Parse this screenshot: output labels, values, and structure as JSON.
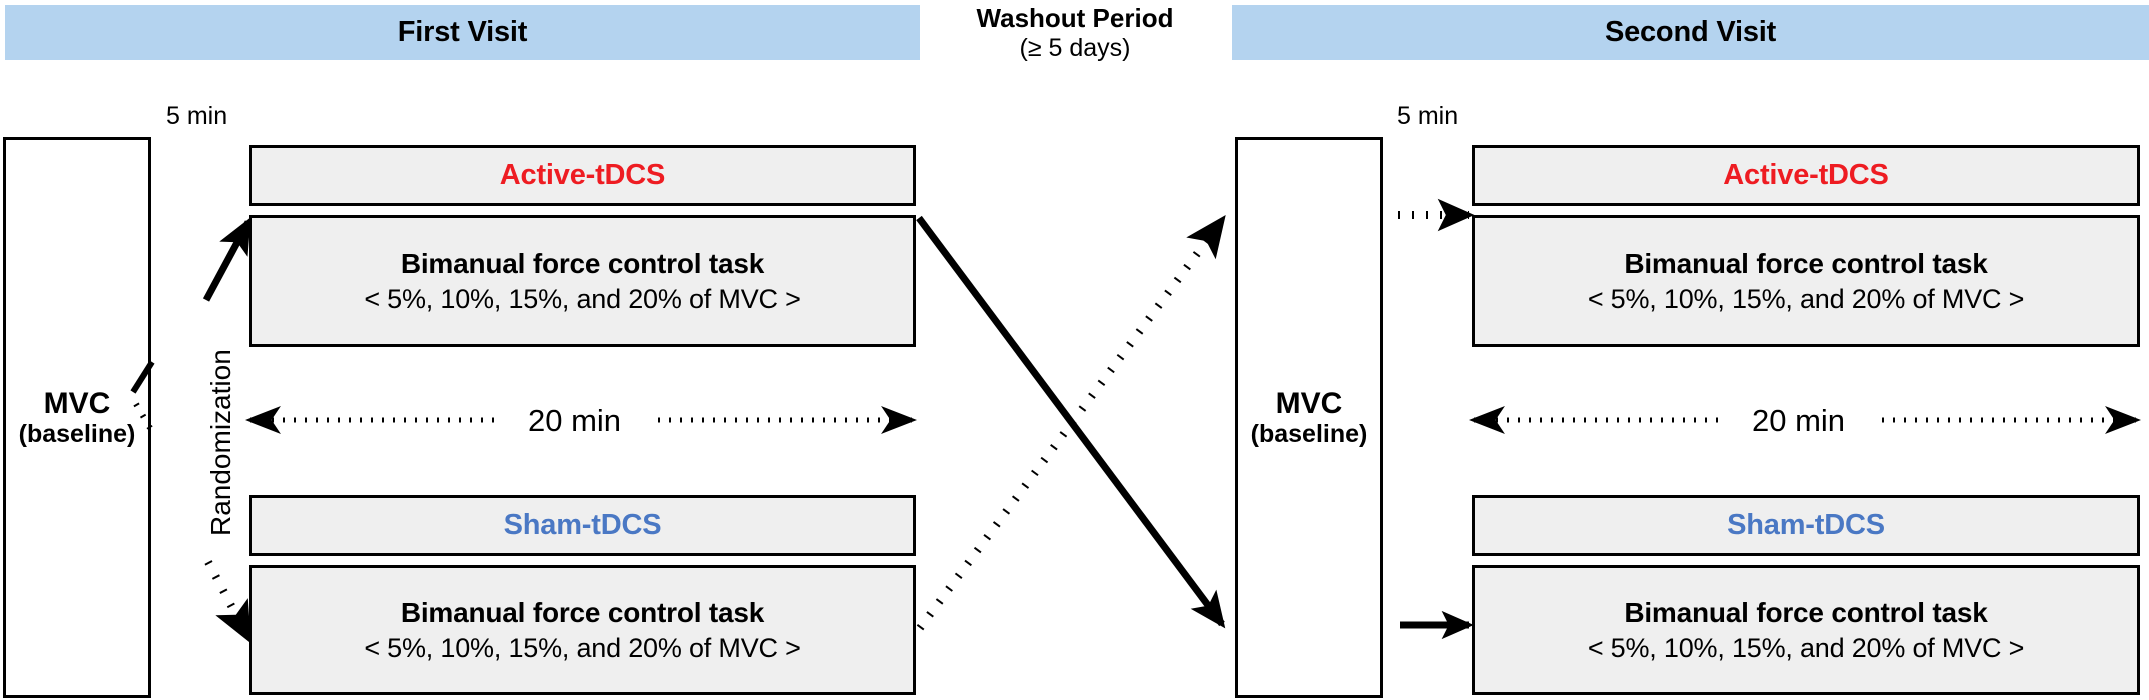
{
  "figure": {
    "type": "experimental-design-flow-diagram",
    "background_color": "#ffffff"
  },
  "colors": {
    "banner_blue": "#b4d3ef",
    "active_red": "#ee1c22",
    "sham_blue": "#4a78c4",
    "box_fill": "#efefef",
    "outline": "#000000"
  },
  "header": {
    "first_visit": "First Visit",
    "second_visit": "Second Visit",
    "washout_title": "Washout Period",
    "washout_sub": "(≥ 5 days)"
  },
  "first_visit": {
    "mvc": {
      "line1": "MVC",
      "line2": "(baseline)"
    },
    "five_min_label": "5 min",
    "randomization_label": "Randomization",
    "twenty_min_label": "20 min",
    "arms": [
      {
        "condition": "Active-tDCS",
        "task_title": "Bimanual force control task",
        "task_detail": "< 5%, 10%, 15%, and 20% of MVC >",
        "arrow_style": "solid"
      },
      {
        "condition": "Sham-tDCS",
        "task_title": "Bimanual force control task",
        "task_detail": "< 5%, 10%, 15%, and 20% of MVC >",
        "arrow_style": "dotted"
      }
    ]
  },
  "second_visit": {
    "mvc": {
      "line1": "MVC",
      "line2": "(baseline)"
    },
    "five_min_label": "5 min",
    "twenty_min_label": "20 min",
    "arms": [
      {
        "condition": "Active-tDCS",
        "task_title": "Bimanual force control task",
        "task_detail": "< 5%, 10%, 15%, and 20% of MVC >",
        "arrow_style": "dotted"
      },
      {
        "condition": "Sham-tDCS",
        "task_title": "Bimanual force control task",
        "task_detail": "< 5%, 10%, 15%, and 20% of MVC >",
        "arrow_style": "solid"
      }
    ]
  },
  "crossover_arrows": [
    {
      "name": "active-first-to-sham-second",
      "style": "solid",
      "from": "first-visit-active-arm",
      "to": "second-visit-mvc-lower"
    },
    {
      "name": "sham-first-to-active-second",
      "style": "dotted",
      "from": "first-visit-sham-arm",
      "to": "second-visit-mvc-upper"
    }
  ]
}
